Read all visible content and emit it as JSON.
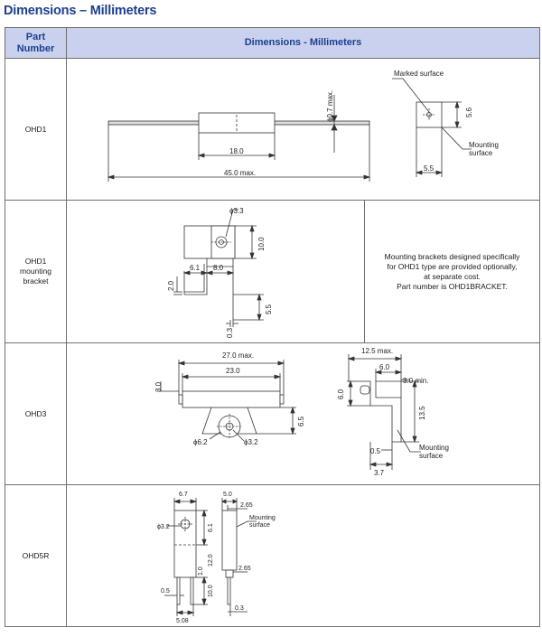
{
  "page": {
    "title": "Dimensions – Millimeters"
  },
  "table": {
    "header": {
      "part_line1": "Part",
      "part_line2": "Number",
      "dimensions": "Dimensions - Millimeters"
    },
    "rows": [
      {
        "part_number": "OHD1",
        "labels": {
          "diameter": "ϕ0.7 max.",
          "body_length": "18.0",
          "total_length": "45.0 max.",
          "marked_surface": "Marked surface",
          "height": "5.6",
          "width": "5.5",
          "mounting_line1": "Mounting",
          "mounting_line2": "surface"
        }
      },
      {
        "part_number_line1": "OHD1",
        "part_number_line2": "mounting",
        "part_number_line3": "bracket",
        "labels": {
          "hole": "ϕ3.3",
          "height": "10.0",
          "left": "6.1",
          "right": "8.0",
          "thickness": "2.0",
          "drop": "5.5",
          "sheet": "0.3"
        },
        "note": {
          "line1": "Mounting brackets designed specifically",
          "line2": "for OHD1 type are provided optionally,",
          "line3": "at separate cost.",
          "line4": "Part number is OHD1BRACKET."
        }
      },
      {
        "part_number": "OHD3",
        "labels": {
          "max_length": "27.0 max.",
          "body_length": "23.0",
          "lead_offset": "3.0",
          "mount_height": "6.5",
          "outer_dia": "ϕ6.2",
          "hole_dia": "ϕ3.2",
          "width_max": "12.5 max.",
          "inner_width": "6.0",
          "min_gap": "3.0 min.",
          "side_height": "6.0",
          "total_height": "13.5",
          "sheet": "0.5",
          "base": "3.7",
          "mounting_line1": "Mounting",
          "mounting_line2": "surface"
        }
      },
      {
        "part_number": "OHD5R",
        "labels": {
          "width": "6.7",
          "hole": "ϕ3.2",
          "upper": "6.1",
          "body": "12.0",
          "lead_gap": "1.0",
          "lead_length": "10.0",
          "lead_width": "0.5",
          "pitch": "5.08",
          "side_width": "5.0",
          "tab": "2.65",
          "mounting_line1": "Mounting",
          "mounting_line2": "surface",
          "tab2": "2.65",
          "thickness": "0.3"
        }
      }
    ]
  }
}
